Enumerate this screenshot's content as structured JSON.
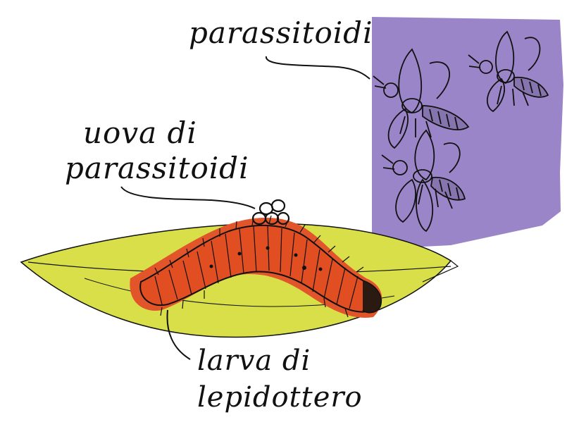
{
  "labels": {
    "parasitoids": "parassitoidi",
    "eggs_line1": "uova di",
    "eggs_line2": "parassitoidi",
    "larva_line1": "larva di",
    "larva_line2": "lepidottero"
  },
  "colors": {
    "panel": "#9b85c9",
    "leaf": "#d8df48",
    "larva": "#e2552b",
    "ink": "#111111"
  }
}
